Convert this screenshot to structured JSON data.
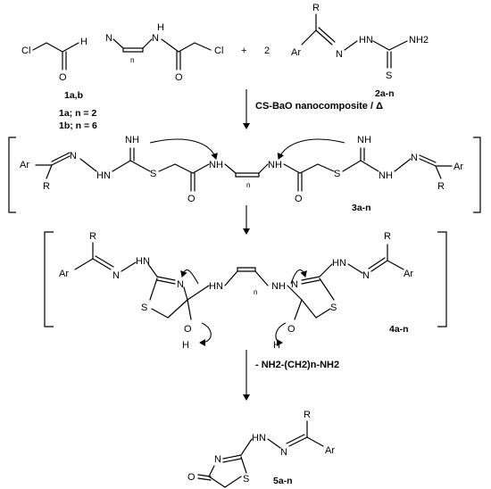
{
  "atoms": {
    "cl": "Cl",
    "h": "H",
    "n": "N",
    "nh": "NH",
    "nh2": "NH2",
    "hn": "HN",
    "o": "O",
    "s": "S",
    "r": "R",
    "ar": "Ar",
    "oh": "OH"
  },
  "chain_index": "n",
  "plus": "+",
  "coefficient": "2",
  "labels": {
    "reactant1": "1a,b",
    "reactant1_a": "1a; n = 2",
    "reactant1_b": "1b; n = 6",
    "reactant2": "2a-n",
    "intermediate1": "3a-n",
    "intermediate2": "4a-n",
    "product": "5a-n"
  },
  "conditions": {
    "step1": "CS-BaO nanocomposite / Δ",
    "step3": "- NH2-(CH2)n-NH2"
  }
}
